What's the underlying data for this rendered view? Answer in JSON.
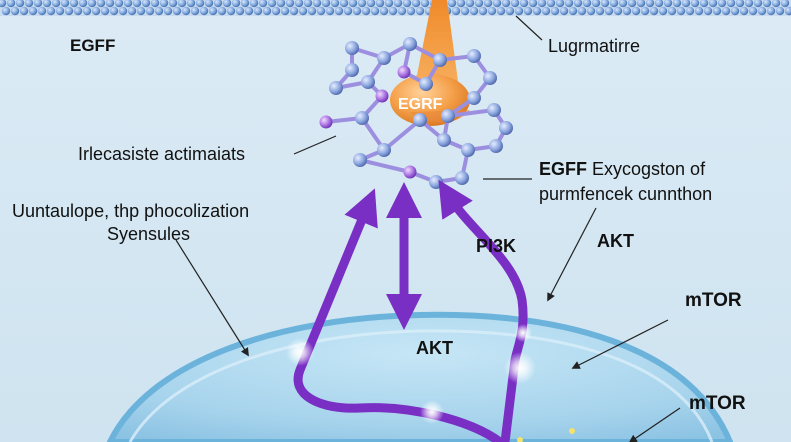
{
  "labels": {
    "egff_top": "EGFF",
    "lugrmatirre": "Lugrmatirre",
    "egrf": "EGRF",
    "irlecasiste": "Irlecasiste actimaiats",
    "egff_exy_bold": "EGFF",
    "egff_exy_rest": " Exycogston of",
    "purmfencek": "purmfencek cunnthon",
    "uuntaulope_line1": "Uuntaulope, thp phocolization",
    "uuntaulope_line2": "Syensules",
    "pi3k": "PI3K",
    "akt_right": "AKT",
    "akt_center": "AKT",
    "mtor_upper": "mTOR",
    "mtor_lower": "mTOR"
  },
  "colors": {
    "background": "#d6e8f3",
    "membrane_bead": "#6f9fd6",
    "arrow_purple": "#7a2fc4",
    "receptor_orange": "#f39a3a",
    "molecule_atom": "#8aa6df",
    "molecule_accent": "#a66fe0",
    "nucleus_fill": "#a9d6ee",
    "nucleus_border": "#6cb3dc"
  }
}
